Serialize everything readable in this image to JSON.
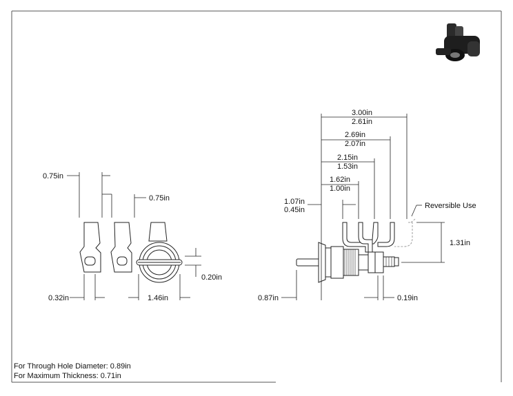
{
  "dimensions": {
    "left_width_top": "0.75in",
    "left_width_mid": "0.75in",
    "left_bottom_small": "0.32in",
    "left_bottom_wide": "1.46in",
    "left_right_small": "0.20in",
    "overall_a": "3.00in",
    "overall_b": "2.61in",
    "dim_269": "2.69in",
    "dim_207": "2.07in",
    "dim_215": "2.15in",
    "dim_153": "1.53in",
    "dim_162": "1.62in",
    "dim_100": "1.00in",
    "dim_107": "1.07in",
    "dim_045": "0.45in",
    "height_131": "1.31in",
    "bottom_087": "0.87in",
    "bottom_019": "0.19in"
  },
  "labels": {
    "reversible": "Reversible Use"
  },
  "notes": {
    "through_hole": "For Through Hole Diameter: 0.89in",
    "max_thickness": "For Maximum Thickness: 0.71in"
  }
}
